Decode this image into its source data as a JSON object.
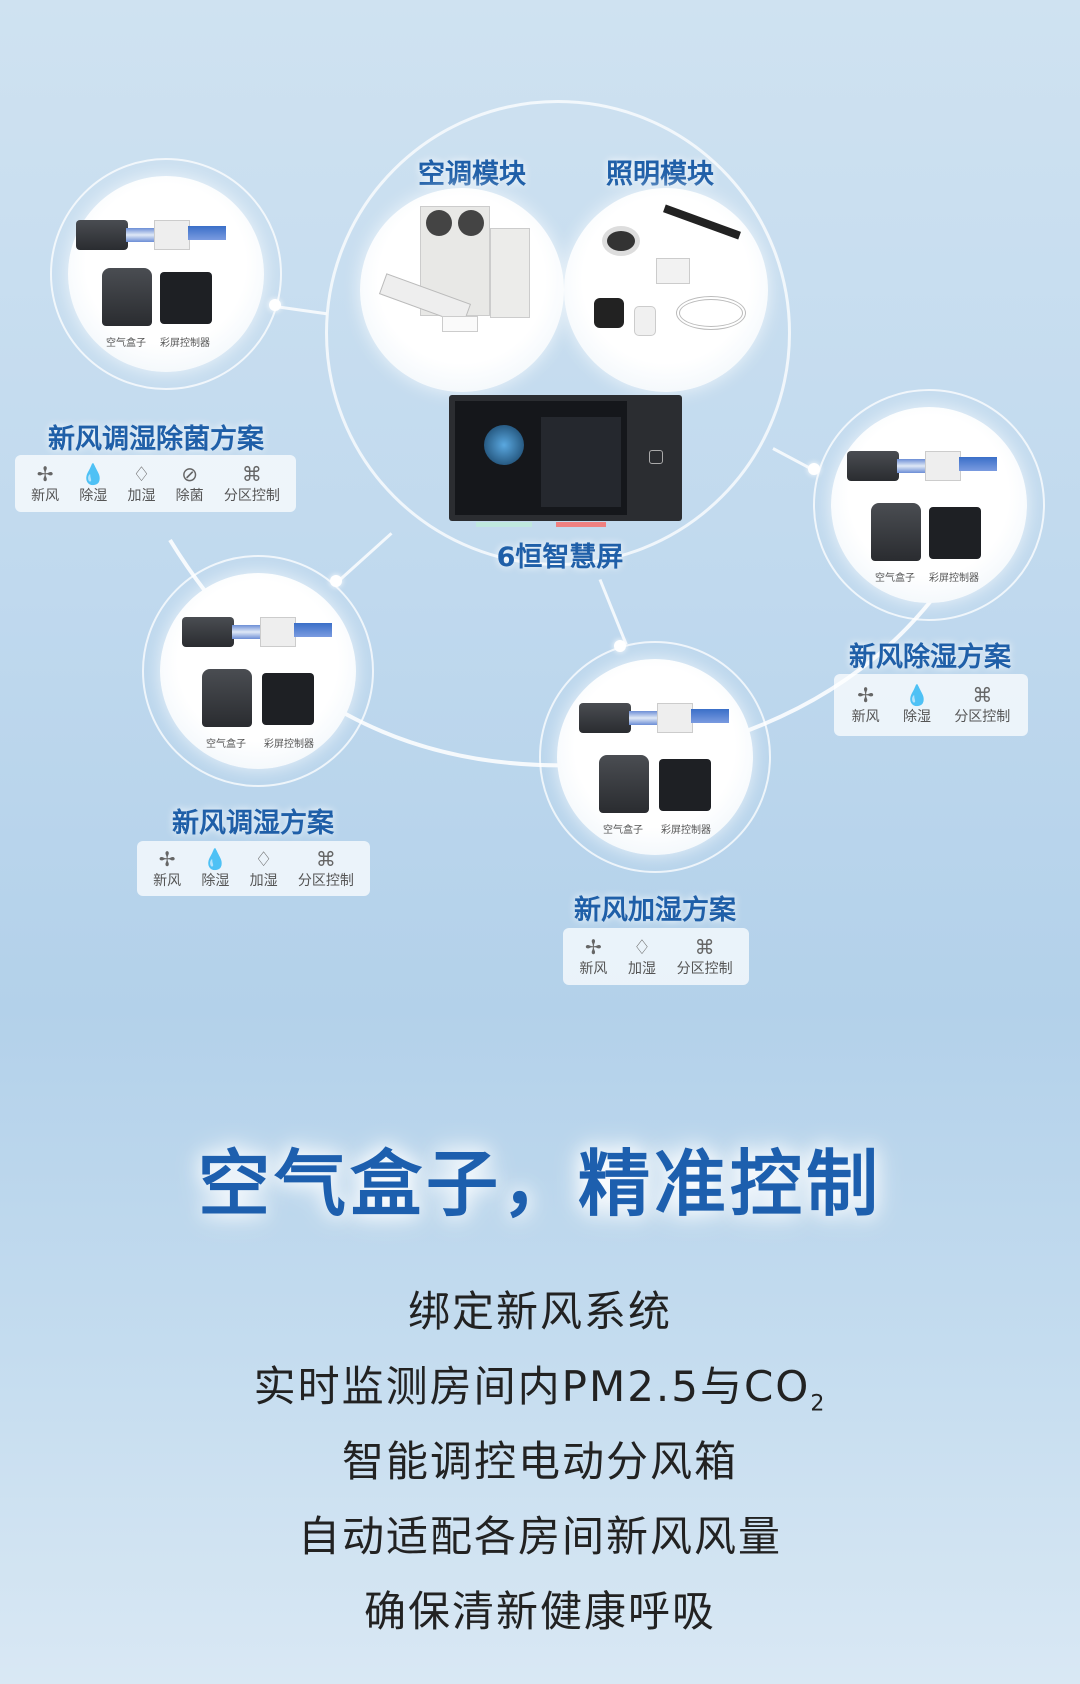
{
  "center": {
    "ac_title": "空调模块",
    "light_title": "照明模块",
    "screen_title": "6恒智慧屏"
  },
  "device_captions": {
    "air_box": "空气盒子",
    "controller": "彩屏控制器"
  },
  "solutions": [
    {
      "title": "新风调湿除菌方案",
      "features": [
        {
          "icon": "fan-icon",
          "label": "新风"
        },
        {
          "icon": "dehumidify-icon",
          "label": "除湿"
        },
        {
          "icon": "humidify-icon",
          "label": "加湿"
        },
        {
          "icon": "sterilize-icon",
          "label": "除菌"
        },
        {
          "icon": "zone-control-icon",
          "label": "分区控制"
        }
      ]
    },
    {
      "title": "新风除湿方案",
      "features": [
        {
          "icon": "fan-icon",
          "label": "新风"
        },
        {
          "icon": "dehumidify-icon",
          "label": "除湿"
        },
        {
          "icon": "zone-control-icon",
          "label": "分区控制"
        }
      ]
    },
    {
      "title": "新风调湿方案",
      "features": [
        {
          "icon": "fan-icon",
          "label": "新风"
        },
        {
          "icon": "dehumidify-icon",
          "label": "除湿"
        },
        {
          "icon": "humidify-icon",
          "label": "加湿"
        },
        {
          "icon": "zone-control-icon",
          "label": "分区控制"
        }
      ]
    },
    {
      "title": "新风加湿方案",
      "features": [
        {
          "icon": "fan-icon",
          "label": "新风"
        },
        {
          "icon": "humidify-icon",
          "label": "加湿"
        },
        {
          "icon": "zone-control-icon",
          "label": "分区控制"
        }
      ]
    }
  ],
  "headline": "空气盒子，精准控制",
  "lines": [
    "绑定新风系统",
    "实时监测房间内PM2.5与CO",
    "智能调控电动分风箱",
    "自动适配各房间新风风量",
    "确保清新健康呼吸"
  ],
  "co2_subscript": "2"
}
